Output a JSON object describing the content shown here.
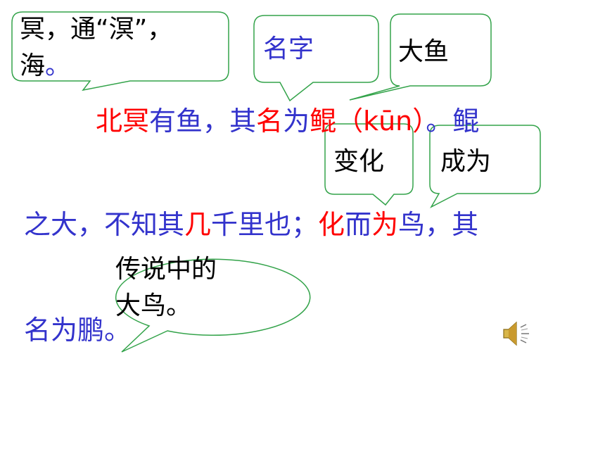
{
  "colors": {
    "main_text": "#3333cc",
    "highlight": "#ff0000",
    "callout_border": "#33a34a",
    "callout_text": "#000000"
  },
  "callouts": {
    "ming_annotation": {
      "line1": "冥，通“溟”，",
      "line2_text": "海",
      "line2_punct": "。"
    },
    "mingzi": "名字",
    "dayu": "大鱼",
    "bianhua": "变化",
    "chengwei": "成为",
    "chuanshuo": {
      "line1": "传说中的",
      "line2": "大鸟。"
    }
  },
  "passage": {
    "line1": {
      "bei": "北",
      "ming": "冥",
      "you_yu": "有鱼，其",
      "ming_name": "名",
      "wei": "为",
      "kun": "鲲",
      "pinyin": "（kūn）",
      "period": "。",
      "kun2": "鲲"
    },
    "line2": {
      "a": "之大，不知其",
      "ji": "几",
      "b": "千里也；",
      "hua": "化",
      "er": "而",
      "wei2": "为",
      "c": "鸟，其"
    },
    "line3": {
      "text": "名为鹏。"
    }
  },
  "icons": {
    "speaker": "speaker-icon"
  }
}
